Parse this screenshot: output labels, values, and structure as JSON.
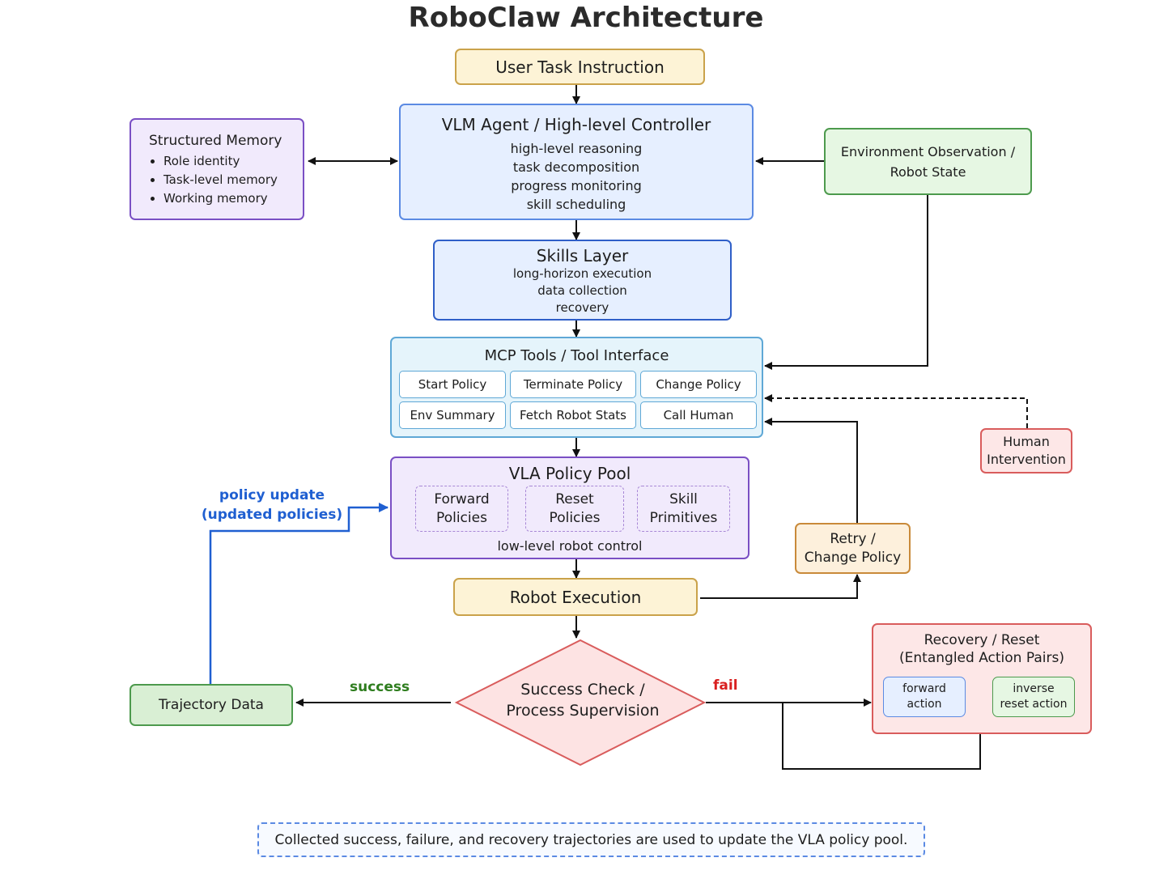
{
  "title": "RoboClaw Architecture",
  "user_task": "User Task Instruction",
  "vlm": {
    "title": "VLM Agent / High-level Controller",
    "lines": [
      "high-level reasoning",
      "task decomposition",
      "progress monitoring",
      "skill scheduling"
    ]
  },
  "memory": {
    "title": "Structured Memory",
    "items": [
      "Role identity",
      "Task-level memory",
      "Working memory"
    ]
  },
  "env": {
    "line1": "Environment Observation /",
    "line2": "Robot State"
  },
  "skills": {
    "title": "Skills Layer",
    "lines": [
      "long-horizon execution",
      "data collection",
      "recovery"
    ]
  },
  "mcp": {
    "title": "MCP Tools / Tool Interface",
    "buttons": [
      "Start Policy",
      "Terminate Policy",
      "Change Policy",
      "Env Summary",
      "Fetch Robot Stats",
      "Call Human"
    ]
  },
  "human": {
    "line1": "Human",
    "line2": "Intervention"
  },
  "vla": {
    "title": "VLA Policy Pool",
    "pools": [
      {
        "line1": "Forward",
        "line2": "Policies"
      },
      {
        "line1": "Reset",
        "line2": "Policies"
      },
      {
        "line1": "Skill",
        "line2": "Primitives"
      }
    ],
    "footer": "low-level robot control"
  },
  "policy_update": {
    "line1": "policy update",
    "line2": "(updated policies)"
  },
  "retry": {
    "line1": "Retry /",
    "line2": "Change Policy"
  },
  "robot_exec": "Robot Execution",
  "check": {
    "line1": "Success Check /",
    "line2": "Process Supervision"
  },
  "success_label": "success",
  "fail_label": "fail",
  "trajectory": "Trajectory Data",
  "recovery": {
    "line1": "Recovery / Reset",
    "line2": "(Entangled Action Pairs)",
    "forward": {
      "line1": "forward",
      "line2": "action"
    },
    "inverse": {
      "line1": "inverse",
      "line2": "reset action"
    }
  },
  "footer_note": "Collected success, failure, and recovery trajectories are used to update the VLA policy pool.",
  "colors": {
    "yellow_fill": "#fdf3d6",
    "yellow_border": "#caa24a",
    "blue_fill": "#e6efff",
    "blue_border": "#5b8ae3",
    "purple_fill": "#f1eafc",
    "purple_border": "#7a4fc4",
    "green_fill": "#e6f7e3",
    "green_border": "#4d9a4d",
    "cyan_fill": "#e5f4fb",
    "cyan_border": "#5fa8d6",
    "red_fill": "#fde7e7",
    "red_border": "#d95c5c",
    "orange_fill": "#fdf0dc",
    "orange_border": "#c98a3a",
    "policy_blue": "#1f5fd1",
    "success_green": "#2e7d1e",
    "fail_red": "#d92020"
  }
}
